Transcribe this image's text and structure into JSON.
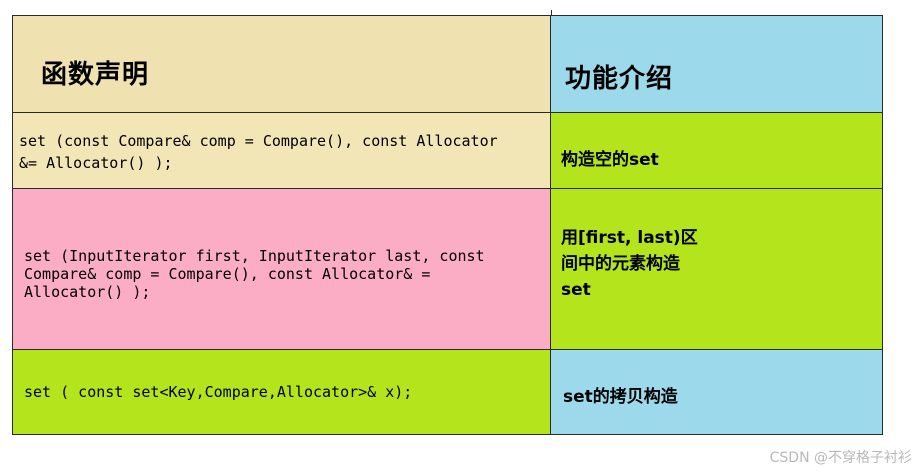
{
  "header": {
    "left": "函数声明",
    "right": "功能介绍"
  },
  "rows": [
    {
      "decl_lines": [
        "set (const Compare& comp = Compare(), const Allocator",
        "&= Allocator() );"
      ],
      "desc_lines": [
        "构造空的set"
      ]
    },
    {
      "decl_lines": [
        "set (InputIterator first, InputIterator last, const",
        "Compare& comp = Compare(), const Allocator& =",
        "Allocator() );"
      ],
      "desc_lines": [
        "用[first, last)区",
        "间中的元素构造",
        "set"
      ]
    },
    {
      "decl_lines": [
        "set ( const set<Key,Compare,Allocator>& x);"
      ],
      "desc_lines": [
        "set的拷贝构造"
      ]
    }
  ],
  "watermark": "CSDN @不穿格子衬衫"
}
